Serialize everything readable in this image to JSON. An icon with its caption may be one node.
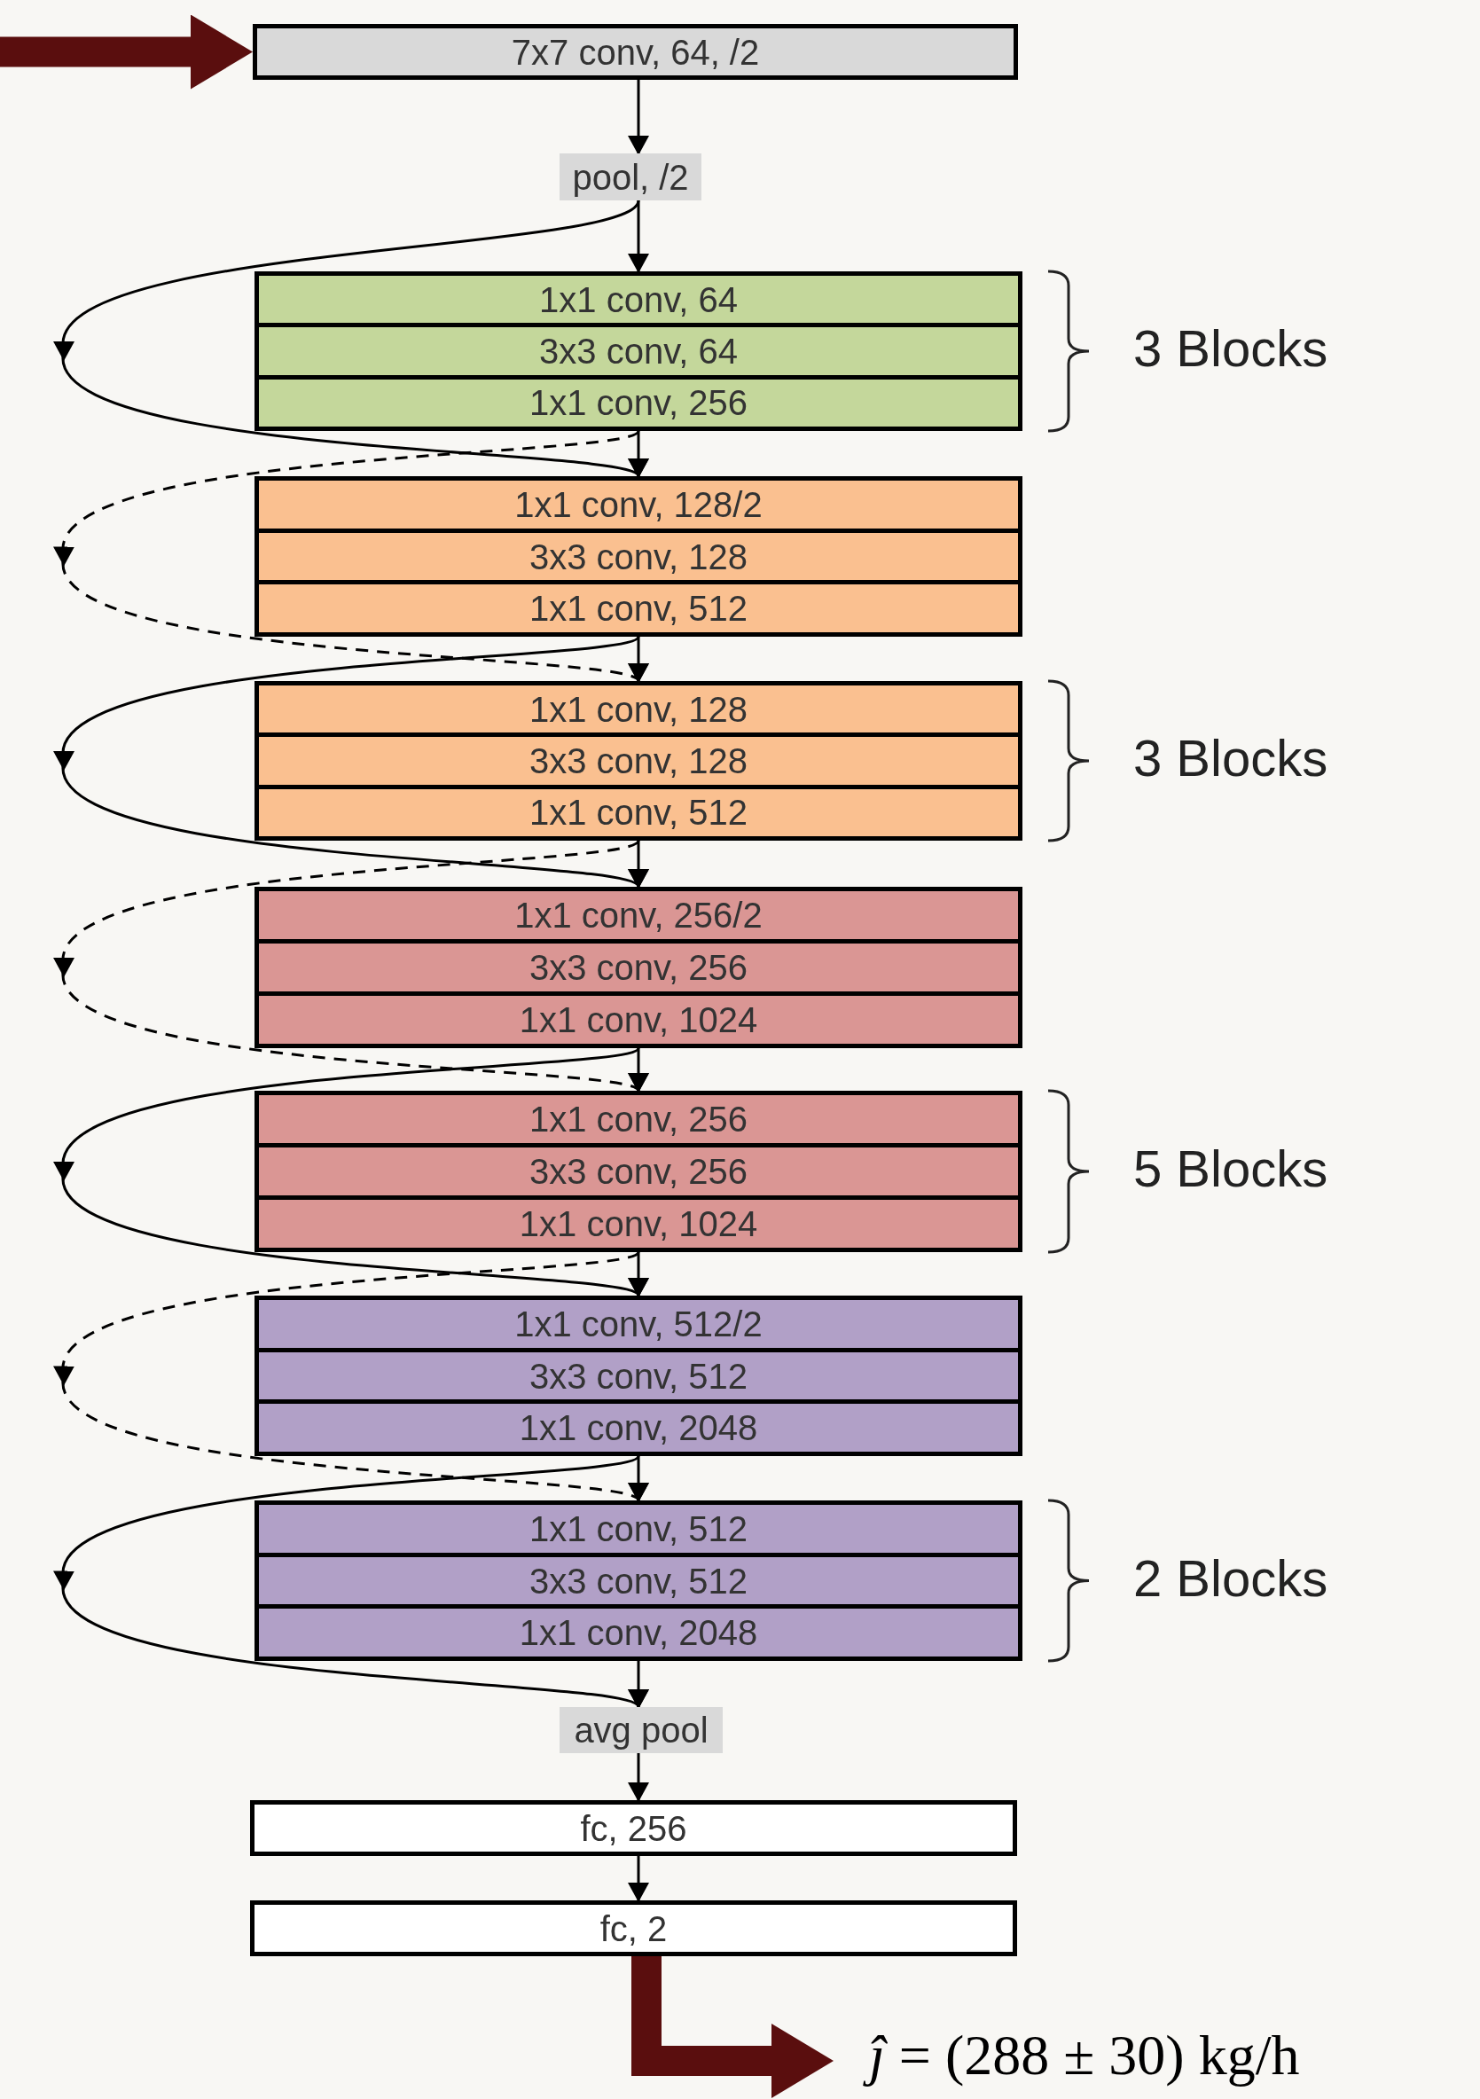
{
  "diagram": {
    "nodes": [
      {
        "text": [
          "7x7 conv, 64, /2"
        ]
      },
      {
        "text": [
          "pool, /2"
        ]
      },
      {
        "text": [],
        "shape": "box",
        "beside": [
          "3 Blocks"
        ]
      },
      {
        "text": [
          "1x1 conv, 64"
        ],
        "in": 2
      },
      {
        "text": [
          "3x3 conv, 64"
        ],
        "in": 2
      },
      {
        "text": [
          "1x1 conv, 256"
        ],
        "in": 2
      },
      {
        "text": [],
        "shape": "box"
      },
      {
        "text": [
          "1x1 conv, 128/2"
        ],
        "in": 6
      },
      {
        "text": [
          "3x3 conv, 128"
        ],
        "in": 6
      },
      {
        "text": [
          "1x1 conv, 512"
        ],
        "in": 6
      },
      {
        "text": [],
        "shape": "box",
        "beside": [
          "3 Blocks"
        ]
      },
      {
        "text": [
          "1x1 conv, 128"
        ],
        "in": 10
      },
      {
        "text": [
          "3x3 conv, 128"
        ],
        "in": 10
      },
      {
        "text": [
          "1x1 conv, 512"
        ],
        "in": 10
      },
      {
        "text": [],
        "shape": "box"
      },
      {
        "text": [
          "1x1 conv, 256/2"
        ],
        "in": 14
      },
      {
        "text": [
          "3x3 conv, 256"
        ],
        "in": 14
      },
      {
        "text": [
          "1x1 conv, 1024"
        ],
        "in": 14
      },
      {
        "text": [],
        "shape": "box",
        "beside": [
          "5 Blocks"
        ]
      },
      {
        "text": [
          "1x1 conv, 256"
        ],
        "in": 18
      },
      {
        "text": [
          "3x3 conv, 256"
        ],
        "in": 18
      },
      {
        "text": [
          "1x1 conv, 1024"
        ],
        "in": 18
      },
      {
        "text": [],
        "shape": "box"
      },
      {
        "text": [
          "1x1 conv, 512/2"
        ],
        "in": 22
      },
      {
        "text": [
          "3x3 conv, 512"
        ],
        "in": 22
      },
      {
        "text": [
          "1x1 conv, 2048"
        ],
        "in": 22
      },
      {
        "text": [],
        "shape": "box",
        "beside": [
          "2 Blocks"
        ]
      },
      {
        "text": [
          "1x1 conv, 512"
        ],
        "in": 26
      },
      {
        "text": [
          "3x3 conv, 512"
        ],
        "in": 26
      },
      {
        "text": [
          "1x1 conv, 2048"
        ],
        "in": 26
      },
      {
        "text": [
          "avg pool"
        ]
      },
      {
        "text": [
          "fc, 256"
        ]
      },
      {
        "text": [
          "fc, 2"
        ]
      },
      {
        "text": [
          "*ĵ* = (288 ± 30) kg/h"
        ]
      }
    ],
    "edges": [
      {
        "from": 0,
        "to": 1,
        "arrow": "to"
      },
      {
        "from": 1,
        "to": 2,
        "arrow": "to"
      },
      {
        "from": 2,
        "to": 6,
        "arrow": "to"
      },
      {
        "from": 6,
        "to": 10,
        "arrow": "to"
      },
      {
        "from": 10,
        "to": 14,
        "arrow": "to"
      },
      {
        "from": 14,
        "to": 18,
        "arrow": "to"
      },
      {
        "from": 18,
        "to": 22,
        "arrow": "to"
      },
      {
        "from": 22,
        "to": 26,
        "arrow": "to"
      },
      {
        "from": 26,
        "to": 30,
        "arrow": "to"
      },
      {
        "from": 30,
        "to": 31,
        "arrow": "to"
      },
      {
        "from": 31,
        "to": 32,
        "arrow": "to"
      },
      {
        "from": 1,
        "to": 6,
        "arrow": "to"
      },
      {
        "from": 2,
        "to": 10,
        "arrow": "to",
        "style": "dashed"
      },
      {
        "from": 6,
        "to": 14,
        "arrow": "to"
      },
      {
        "from": 10,
        "to": 18,
        "arrow": "to",
        "style": "dashed"
      },
      {
        "from": 14,
        "to": 22,
        "arrow": "to"
      },
      {
        "from": 18,
        "to": 26,
        "arrow": "to",
        "style": "dashed"
      },
      {
        "from": 22,
        "to": 30,
        "arrow": "to"
      },
      {
        "from": null,
        "to": 0,
        "arrow": "to",
        "style": "thick",
        "color": "#5a0e0e"
      },
      {
        "from": 32,
        "to": 33,
        "arrow": "to",
        "style": "thick",
        "color": "#5a0e0e"
      }
    ]
  }
}
